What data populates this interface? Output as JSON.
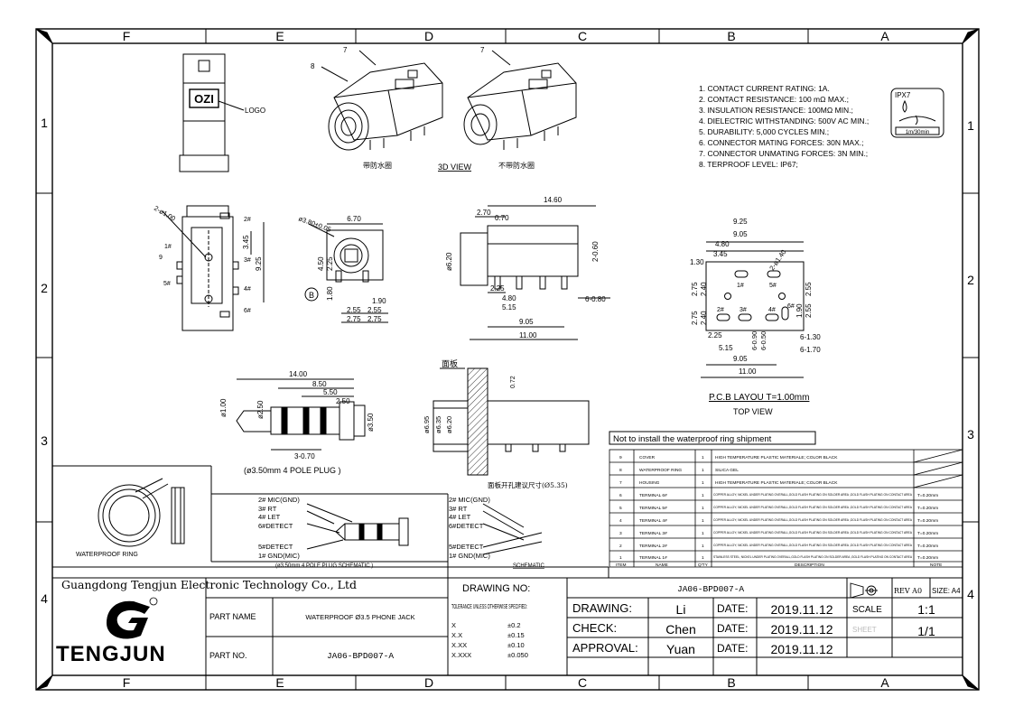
{
  "frame": {
    "top_zones": [
      "F",
      "E",
      "D",
      "C",
      "B",
      "A"
    ],
    "side_rows": [
      "1",
      "2",
      "3",
      "4"
    ]
  },
  "specs": [
    "1. CONTACT CURRENT RATING: 1A.",
    "2. CONTACT RESISTANCE: 100 mΩ MAX.;",
    "3. INSULATION RESISTANCE: 100MΩ MIN.;",
    "4. DIELECTRIC WITHSTANDING: 500V AC MIN.;",
    "5. DURABILITY: 5,000 CYCLES MIN.;",
    "6. CONNECTOR MATING FORCES: 30N MAX.;",
    "7. CONNECTOR UNMATING FORCES: 3N MIN.;",
    "8. TERPROOF LEVEL: IP67;"
  ],
  "ipx": {
    "title": "IPX7",
    "sub": "1m/30min"
  },
  "views": {
    "logo_label": "LOGO",
    "logo_mark": "OZI",
    "view3d_label": "3D VIEW",
    "with_ring_cn": "带防水圈",
    "without_ring_cn": "不带防水圈",
    "callout_7": "7",
    "callout_8": "8",
    "pcb_title": "P.C.B LAYOU T=1.00mm",
    "top_view": "TOP VIEW",
    "plug_caption": "(ø3.50mm 4 POLE PLUG )",
    "panel_cn": "面板",
    "panel_hole_cn": "面板开孔建议尺寸(Ø5.35)",
    "waterproof_ring": "WATERPROOF RING",
    "plug_schematic": "(ø3.50mm 4 POLE PLUG SCHEMATIC )",
    "schematic": "SCHEMATIC"
  },
  "dims": {
    "d2_100": "2-ø1.00",
    "d2": "2#",
    "d1": "1#",
    "d9": "9",
    "d5": "5#",
    "d3": "3#",
    "d4": "4#",
    "d6": "6#",
    "v345": "3.45",
    "v925": "9.25",
    "phi380": "ø3.80±0.05",
    "d670": "6.70",
    "d450": "4.50",
    "d225": "2.25",
    "d180": "1.80",
    "circB": "B",
    "d190": "1.90",
    "d255": "2.55",
    "d275": "2.75",
    "d275b": "2.75",
    "d1460": "14.60",
    "d270": "2.70",
    "d070": "0.70",
    "phi620": "ø6.20",
    "d2_060": "2-0.60",
    "d225b": "2.25",
    "d480": "4.80",
    "d515": "5.15",
    "d6_080": "6-0.80",
    "d905": "9.05",
    "d1100": "11.00",
    "p925": "9.25",
    "p905": "9.05",
    "p480": "4.80",
    "p345": "3.45",
    "p130": "1.30",
    "p2_140": "2-ø1.40",
    "p1": "1#",
    "p5": "5#",
    "p275": "2.75",
    "p240": "2.40",
    "p255": "2.55",
    "p275b": "2.75",
    "p240b": "2.40",
    "p255b": "2.55",
    "p190": "1.90",
    "p2": "2#",
    "p3": "3#",
    "p4": "4#",
    "p6": "6#",
    "p225": "2.25",
    "p6_090": "6-0.90",
    "p6_050": "6-0.50",
    "p6_130": "6-1.30",
    "p6_170": "6-1.70",
    "p515": "5.15",
    "p905b": "9.05",
    "p1100": "11.00",
    "g1400": "14.00",
    "g850": "8.50",
    "g550": "5.50",
    "g250": "2.50",
    "g3_070": "3-0.70",
    "gphi100": "ø1.00",
    "gphi250": "ø2.50",
    "gphi350": "ø3.50",
    "s695": "ø6.95",
    "s635": "ø6.35",
    "s620": "ø6.20",
    "s072": "0.72"
  },
  "pins": [
    "2# MIC(GND)",
    "3# RT",
    "4# LET",
    "6#DETECT",
    "5#DETECT",
    "1# GND(MIC)"
  ],
  "bom": {
    "note": "Not to install the waterproof ring shipment",
    "headers": [
      "ITEM",
      "NAME",
      "Q'TY",
      "DESCRIPTION",
      "NOTE"
    ],
    "rows": [
      [
        "9",
        "COVER",
        "1",
        "HIGH TEMPERATURE PLASTIC MATERIALE; COLOR BLACK",
        ""
      ],
      [
        "8",
        "WATERPROOF RING",
        "1",
        "SILICA GEL",
        ""
      ],
      [
        "7",
        "HOUSING",
        "1",
        "HIGH TEMPERATURE PLASTIC MATERIALE; COLOR BLACK",
        ""
      ],
      [
        "6",
        "TERMINAL 6#",
        "1",
        "COPPER ALLOY; NICKEL UNDER PLATING OVERALL,GOLD FLASH PLATING ON SOLDER AREA ,GOLD FLASH PLATING ON CONTACT AREA",
        "T=0.20mm"
      ],
      [
        "5",
        "TERMINAL 5#",
        "1",
        "COPPER ALLOY; NICKEL UNDER PLATING OVERALL,GOLD FLASH PLATING ON SOLDER AREA ,GOLD FLASH PLATING ON CONTACT AREA",
        "T=0.20mm"
      ],
      [
        "4",
        "TERMINAL 4#",
        "1",
        "COPPER ALLOY; NICKEL UNDER PLATING OVERALL,GOLD FLASH PLATING ON SOLDER AREA ,GOLD FLASH PLATING ON CONTACT AREA",
        "T=0.20mm"
      ],
      [
        "3",
        "TERMINAL 3#",
        "1",
        "COPPER ALLOY; NICKEL UNDER PLATING OVERALL,GOLD FLASH PLATING ON SOLDER AREA ,GOLD FLASH PLATING ON CONTACT AREA",
        "T=0.20mm"
      ],
      [
        "2",
        "TERMINAL 2#",
        "1",
        "COPPER ALLOY; NICKEL UNDER PLATING OVERALL,GOLD FLASH PLATING ON SOLDER AREA ,GOLD FLASH PLATING ON CONTACT AREA",
        "T=0.20mm"
      ],
      [
        "1",
        "TERMINAL 1#",
        "1",
        "STAINLESS STEEL; NICKEL UNDER PLATING OVERALL,GOLD FLASH PLATING ON SOLDER AREA ,GOLD FLASH PLATING ON CONTACT AREA",
        "T=0.20mm"
      ]
    ]
  },
  "title_block": {
    "company": "Guangdong Tengjun Electronic Technology Co., Ltd",
    "brand": "TENGJUN",
    "part_name_label": "PART NAME",
    "part_name": "WATERPROOF Ø3.5 PHONE JACK",
    "part_no_label": "PART NO.",
    "part_no": "JA06-BPD007-A",
    "drawing_no_label": "DRAWING NO:",
    "drawing_no": "JA06-BPD007-A",
    "tolerance_title": "TOLERANCE UNLESS OTHERWISE SPECIFIED:",
    "tolerances": [
      [
        "X",
        "±0.2"
      ],
      [
        "X.X",
        "±0.15"
      ],
      [
        "X.XX",
        "±0.10"
      ],
      [
        "X.XXX",
        "±0.050"
      ]
    ],
    "drawing_label": "DRAWING:",
    "drawing_by": "Li",
    "check_label": "CHECK:",
    "check_by": "Chen",
    "approval_label": "APPROVAL:",
    "approval_by": "Yuan",
    "date_label": "DATE:",
    "date1": "2019.11.12",
    "date2": "2019.11.12",
    "date3": "2019.11.12",
    "rev_label": "REV A0",
    "size_label": "SIZE: A4",
    "scale_label": "SCALE",
    "scale": "1:1",
    "sheet_label": "SHEET",
    "sheet": "1/1"
  }
}
